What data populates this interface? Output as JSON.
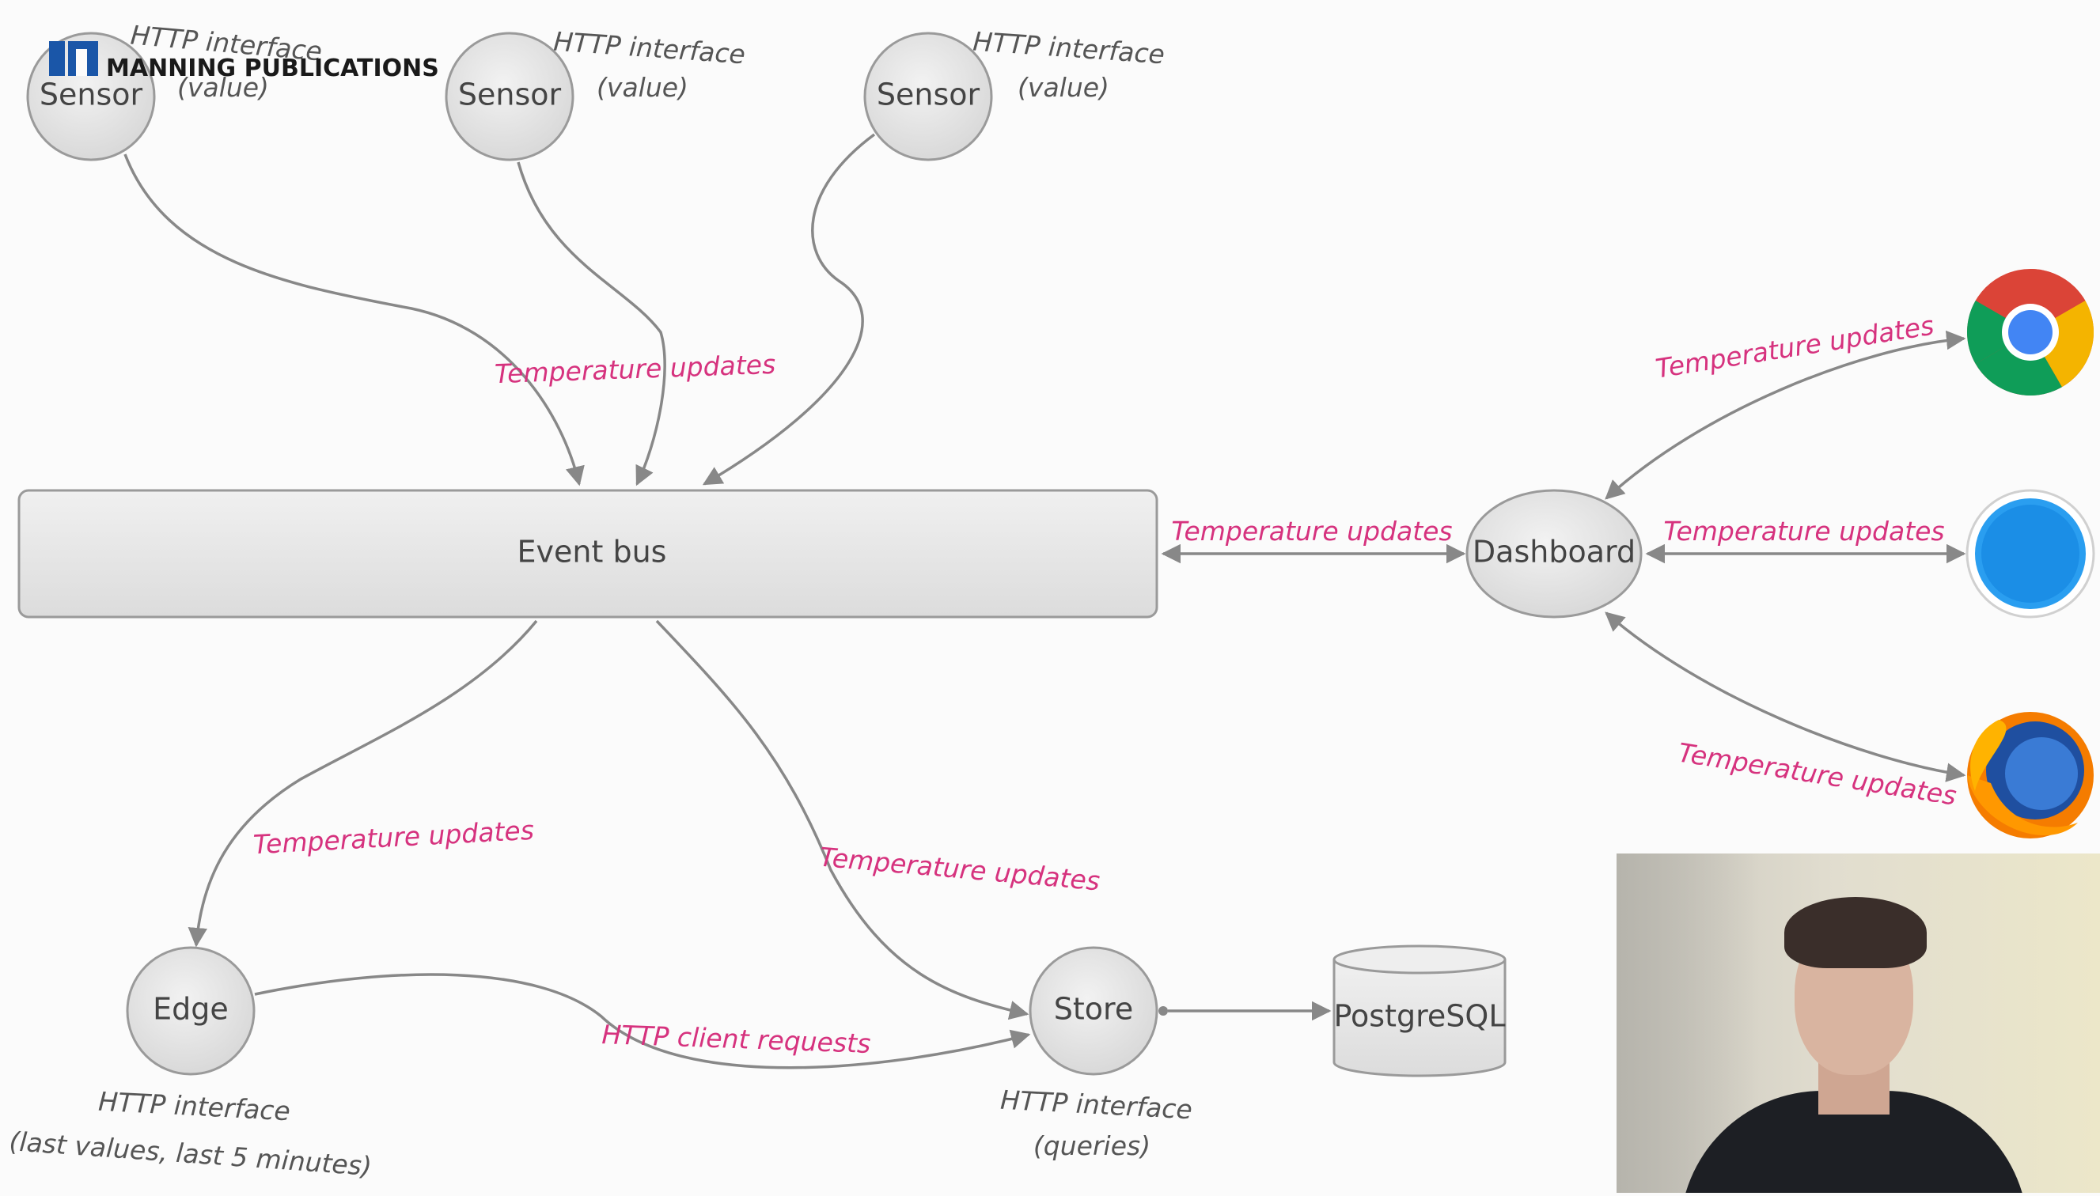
{
  "publisher": {
    "name": "MANNING PUBLICATIONS"
  },
  "nodes": {
    "sensor_1": "Sensor",
    "sensor_2": "Sensor",
    "sensor_3": "Sensor",
    "event_bus": "Event bus",
    "dashboard": "Dashboard",
    "edge": "Edge",
    "store": "Store",
    "postgres": "PostgreSQL"
  },
  "notes": {
    "sensor_http": "HTTP interface",
    "sensor_value": "(value)",
    "edge_http": "HTTP interface",
    "edge_detail": "(last values, last 5 minutes)",
    "store_http": "HTTP interface",
    "store_detail": "(queries)"
  },
  "edge_labels": {
    "sensors_to_bus": "Temperature updates",
    "bus_dashboard": "Temperature updates",
    "dashboard_chrome": "Temperature updates",
    "dashboard_safari": "Temperature updates",
    "dashboard_firefox": "Temperature updates",
    "bus_to_edge": "Temperature updates",
    "bus_to_store": "Temperature updates",
    "edge_to_store": "HTTP client requests"
  },
  "browsers": [
    "chrome-icon",
    "safari-icon",
    "firefox-icon"
  ],
  "colors": {
    "label_pink": "#d6327e",
    "edge_gray": "#888888",
    "node_fill": "#e3e3e3",
    "logo_blue": "#1a56a8"
  }
}
